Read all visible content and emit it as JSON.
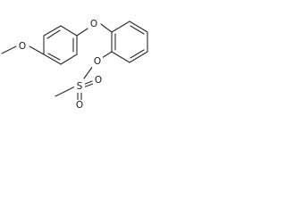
{
  "structure": {
    "atoms": {
      "methoxy_o": "O",
      "ether_o": "O",
      "ester_o": "O",
      "sulfur": "S",
      "sulfonyl_o_right": "O",
      "sulfonyl_o_bottom": "O"
    }
  },
  "colors": {
    "bond": "#2a2a2a",
    "label": "#1a1a1a",
    "background": "#ffffff"
  }
}
